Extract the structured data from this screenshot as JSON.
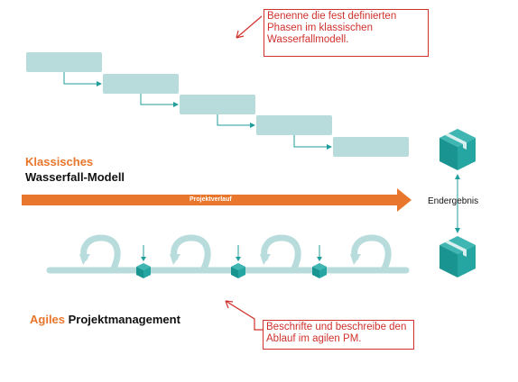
{
  "callouts": {
    "top": "Benenne die fest definierten Phasen im klassischen Wasserfallmodell.",
    "bottom": "Beschrifte und beschreibe den Ablauf im agilen PM."
  },
  "waterfall": {
    "title_part1": "Klassisches",
    "title_part2": "Wasserfall-Modell",
    "arrow_label": "Projektverlauf",
    "end_label": "Endergebnis"
  },
  "agile": {
    "title_part1": "Agiles",
    "title_part2": "Projektmanagement"
  },
  "colors": {
    "phase_box": "#b8dcdc",
    "teal": "#1f9e9b",
    "orange": "#e8762c",
    "callout_red": "#d0312d"
  },
  "icons": [
    "cube-icon"
  ]
}
